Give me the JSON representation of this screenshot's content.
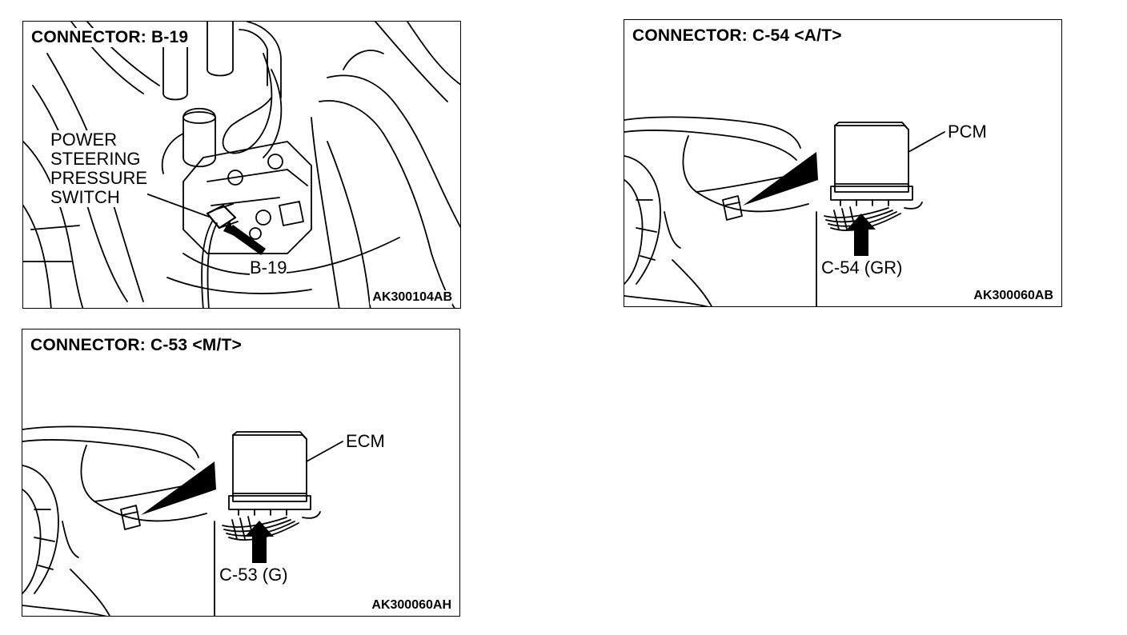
{
  "panels": {
    "b19": {
      "title": "CONNECTOR: B-19",
      "code": "AK300104AB",
      "component_lines": [
        "POWER",
        "STEERING",
        "PRESSURE",
        "SWITCH"
      ],
      "connector_label": "B-19"
    },
    "c54": {
      "title": "CONNECTOR: C-54 <A/T>",
      "code": "AK300060AB",
      "unit_label": "PCM",
      "connector_label": "C-54 (GR)"
    },
    "c53": {
      "title": "CONNECTOR: C-53 <M/T>",
      "code": "AK300060AH",
      "unit_label": "ECM",
      "connector_label": "C-53 (G)"
    }
  }
}
